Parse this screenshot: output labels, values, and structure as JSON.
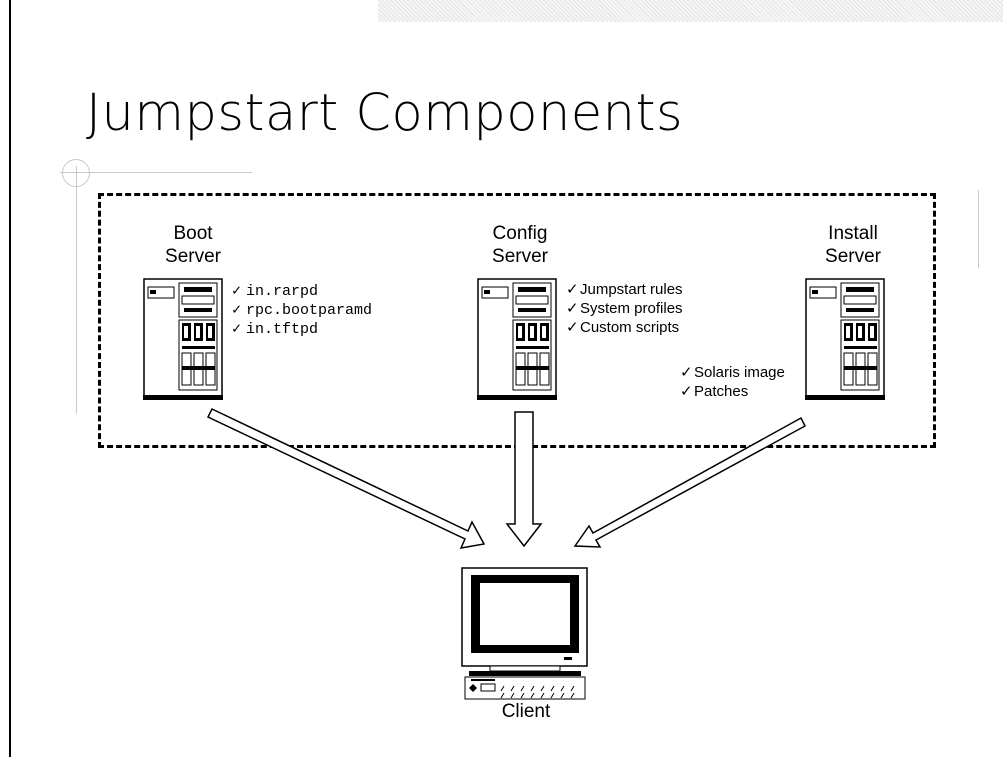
{
  "slide": {
    "title": "Jumpstart Components"
  },
  "servers": [
    {
      "line1": "Boot",
      "line2": "Server",
      "services": [
        "in.rarpd",
        "rpc.bootparamd",
        "in.tftpd"
      ]
    },
    {
      "line1": "Config",
      "line2": "Server",
      "services": [
        "Jumpstart rules",
        "System profiles",
        "Custom scripts"
      ]
    },
    {
      "line1": "Install",
      "line2": "Server",
      "services": [
        "Solaris image",
        "Patches"
      ]
    }
  ],
  "client": {
    "label": "Client"
  },
  "check_glyph": "✓",
  "icons": {
    "server": "server-tower-icon",
    "client": "desktop-computer-icon",
    "check": "checkmark-icon",
    "arrow": "hollow-arrow-icon"
  }
}
